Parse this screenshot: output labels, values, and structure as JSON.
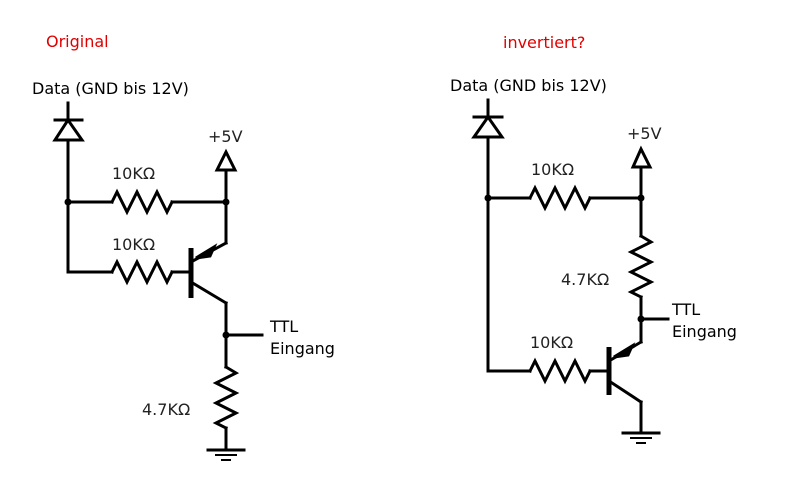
{
  "colors": {
    "title": "#e00000",
    "wire": "#000000"
  },
  "left": {
    "title": "Original",
    "data_label": "Data (GND bis 12V)",
    "vcc_label": "+5V",
    "r_top": "10KΩ",
    "r_base": "10KΩ",
    "r_emitter": "4.7KΩ",
    "ttl": "TTL",
    "eingang": "Eingang"
  },
  "right": {
    "title": "invertiert?",
    "data_label": "Data (GND bis 12V)",
    "vcc_label": "+5V",
    "r_top": "10KΩ",
    "r_collector": "4.7KΩ",
    "r_base": "10KΩ",
    "ttl": "TTL",
    "eingang": "Eingang"
  }
}
